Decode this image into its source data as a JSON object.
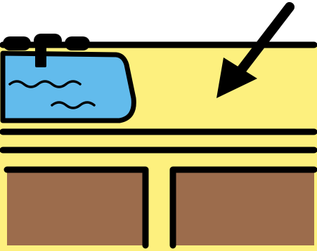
{
  "pictogram": {
    "icon": "kitchen-sink-countertop-pictogram",
    "colors": {
      "background": "#ffffff",
      "countertop": "#fdf07e",
      "water": "#62bbec",
      "cabinet": "#9c6c4c",
      "outline": "#000000"
    },
    "elements": [
      "countertop",
      "sink-basin",
      "water-waves",
      "faucet",
      "pointer-arrow",
      "cabinet-doors"
    ]
  }
}
